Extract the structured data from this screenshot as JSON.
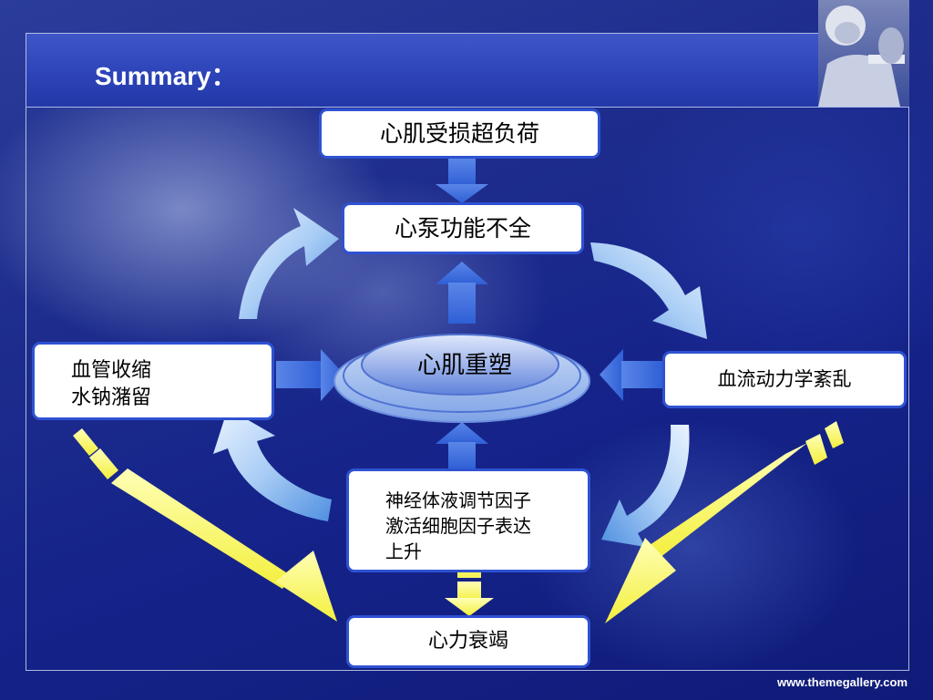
{
  "slide": {
    "title": "Summary：",
    "footer": "www.themegallery.com"
  },
  "diagram": {
    "top_box": "心肌受损超负荷",
    "pump_box": "心泵功能不全",
    "center": "心肌重塑",
    "left_box": [
      "血管收缩",
      "水钠潴留"
    ],
    "right_box": "血流动力学紊乱",
    "bottom_box": [
      "神经体液调节因子",
      "激活细胞因子表达",
      "上升"
    ],
    "result_box": "心力衰竭"
  }
}
